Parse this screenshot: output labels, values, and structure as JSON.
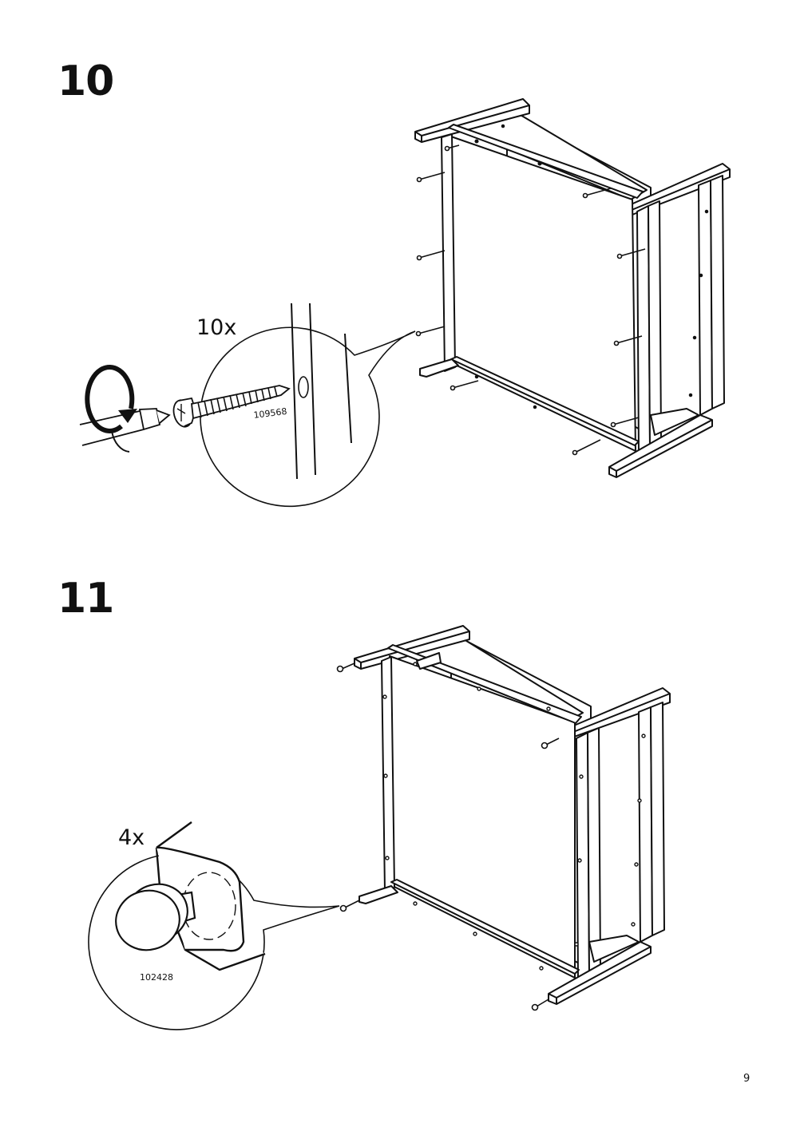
{
  "page_number": "9",
  "steps": [
    {
      "number": "10",
      "quantity": "10x",
      "part_number": "109568",
      "icons": [
        "screwdriver-icon",
        "rotate-clockwise-icon",
        "screw-icon"
      ]
    },
    {
      "number": "11",
      "quantity": "4x",
      "part_number": "102428",
      "icons": [
        "glide-foot-icon"
      ]
    }
  ]
}
